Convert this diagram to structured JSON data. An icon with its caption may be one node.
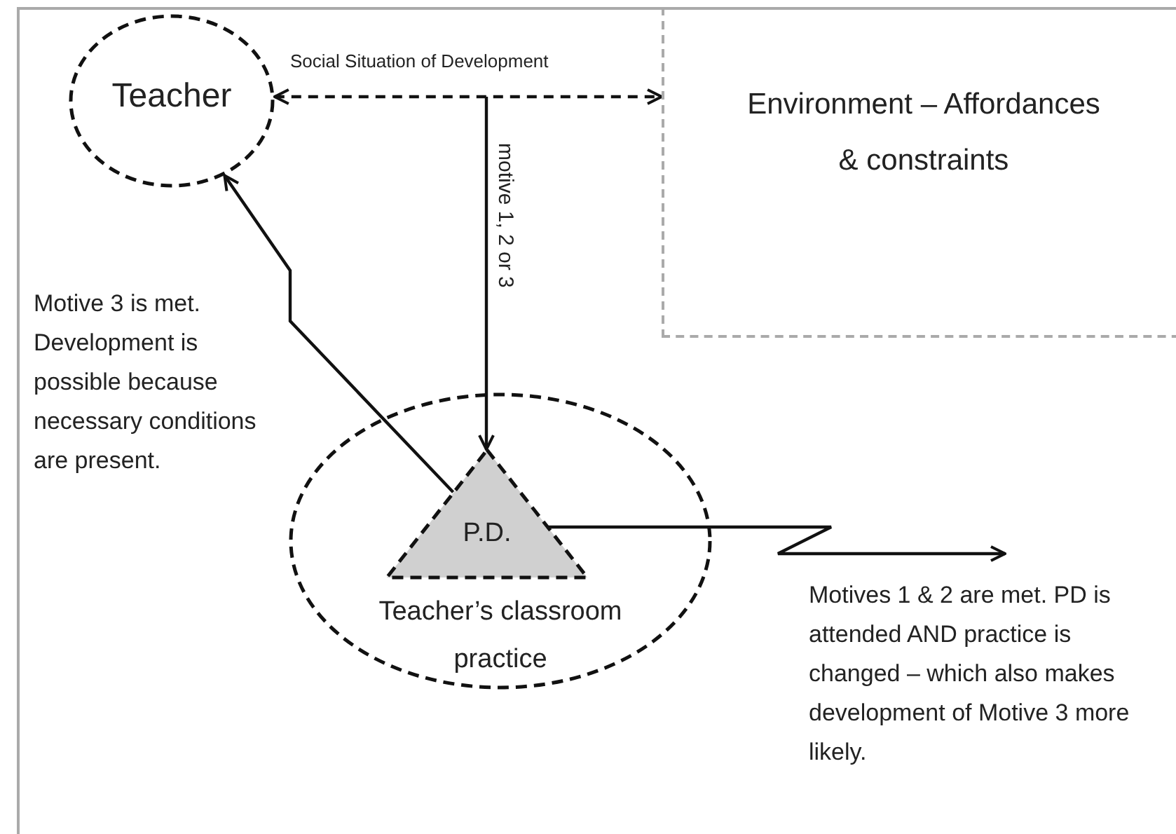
{
  "diagram": {
    "nodes": [
      {
        "text": [
          "Teacher"
        ]
      },
      {
        "text": [
          "Environment – Affordances & constraints"
        ]
      },
      {
        "text": [
          "Teacher’s classroom practice"
        ]
      },
      {
        "text": [
          "P.D."
        ],
        "in": 2
      }
    ],
    "edges": [
      {
        "from": 0,
        "to": 1,
        "arrow": "both",
        "style": "dashed",
        "label": "Social Situation of Development"
      },
      {
        "from": null,
        "to": 3,
        "arrow": "to",
        "label": "motive 1, 2 or 3"
      },
      {
        "from": 3,
        "to": 0,
        "arrow": "to"
      },
      {
        "from": 3,
        "to": null,
        "arrow": "to"
      }
    ],
    "labels": [
      "Motive 3 is met. Development is possible because necessary conditions are present.",
      "Motives 1 & 2 are met. PD is attended AND practice is changed – which also makes development of Motive 3 more likely."
    ]
  }
}
